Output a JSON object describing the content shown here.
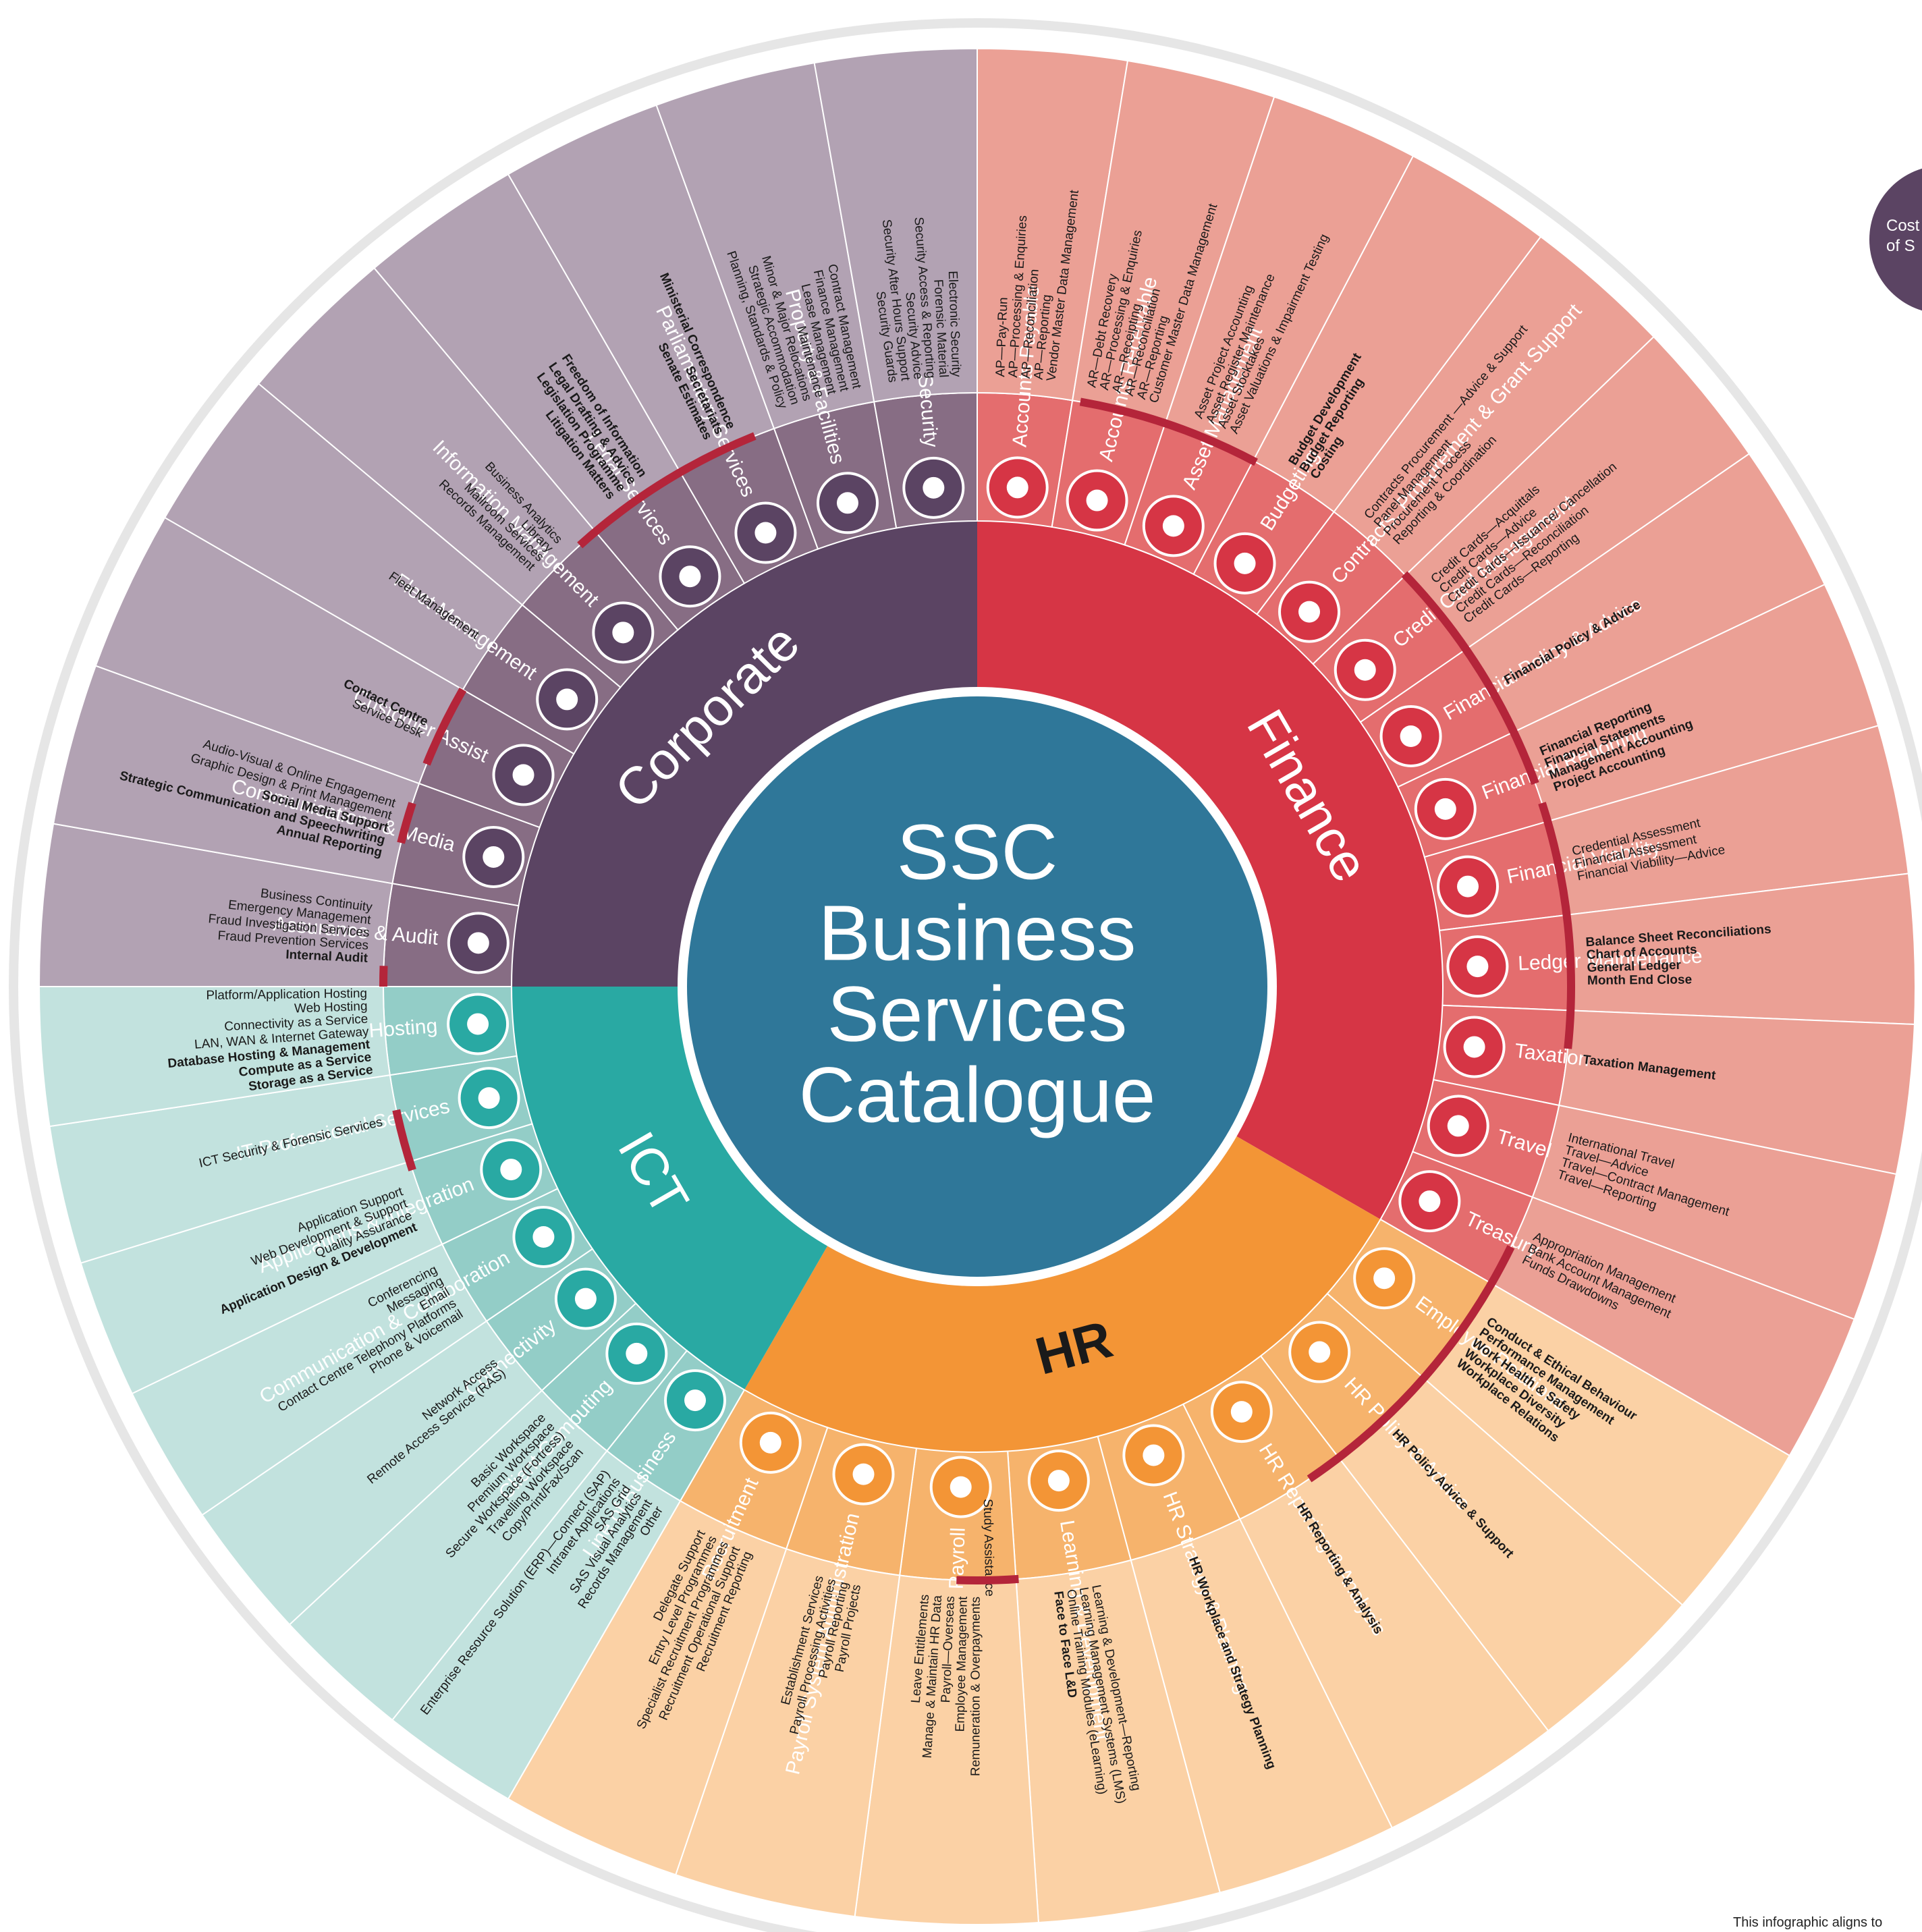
{
  "title": [
    "SSC",
    "Business",
    "Services",
    "Catalogue"
  ],
  "footnote": "This infographic aligns to",
  "side_badge": [
    "Cost",
    "of S"
  ],
  "colors": {
    "center": "#2f7799",
    "outer_ring": "#e6e6e6",
    "accent_bar": "#b4253a",
    "corporate": {
      "inner": "#5b4463",
      "mid": "#876d84",
      "outer": "#b2a2b3"
    },
    "finance": {
      "inner": "#d63545",
      "mid": "#e46d6e",
      "outer": "#eba095"
    },
    "hr": {
      "inner": "#f39536",
      "mid": "#f6b36c",
      "outer": "#fbd1a5"
    },
    "ict": {
      "inner": "#29a9a3",
      "mid": "#93cdc7",
      "outer": "#c2e2de"
    }
  },
  "domains": [
    {
      "name": "Corporate",
      "key": "corporate",
      "services": [
        {
          "label": "Assurance & Audit",
          "icon": "thumbs-up-icon",
          "items": [
            {
              "t": "Business Continuity",
              "b": false
            },
            {
              "t": "Emergency Management",
              "b": false
            },
            {
              "t": "Fraud Investigation Services",
              "b": false
            },
            {
              "t": "Fraud Prevention Services",
              "b": false
            },
            {
              "t": "Internal Audit",
              "b": true
            }
          ]
        },
        {
          "label": "Communications & Media",
          "icon": "film-icon",
          "items": [
            {
              "t": "Audio-Visual & Online Engagement",
              "b": false
            },
            {
              "t": "Graphic Design & Print Management",
              "b": false
            },
            {
              "t": "Social Media Support",
              "b": true
            },
            {
              "t": "Strategic Communication and Speechwriting",
              "b": true
            },
            {
              "t": "Annual Reporting",
              "b": true
            }
          ]
        },
        {
          "label": "Customer Assist",
          "icon": "phone-icon",
          "items": [
            {
              "t": "Contact Centre",
              "b": true
            },
            {
              "t": "Service Desk",
              "b": false
            }
          ]
        },
        {
          "label": "Fleet Management",
          "icon": "car-icon",
          "items": [
            {
              "t": "Fleet Management",
              "b": false
            }
          ]
        },
        {
          "label": "Information Management",
          "icon": "info-icon",
          "items": [
            {
              "t": "Business Analytics",
              "b": false
            },
            {
              "t": "Library",
              "b": false
            },
            {
              "t": "Mailroom Services",
              "b": false
            },
            {
              "t": "Records Management",
              "b": false
            }
          ]
        },
        {
          "label": "Legal Services",
          "icon": "briefcase-icon",
          "items": [
            {
              "t": "Freedom of Information",
              "b": true
            },
            {
              "t": "Legal Drafting & Advice",
              "b": true
            },
            {
              "t": "Legislation Programme",
              "b": true
            },
            {
              "t": "Litigation Matters",
              "b": true
            }
          ]
        },
        {
          "label": "Parliamentary Services",
          "icon": "flag-icon",
          "items": [
            {
              "t": "Ministerial Correspondence",
              "b": true
            },
            {
              "t": "Secretariats",
              "b": true
            },
            {
              "t": "Senate Estimates",
              "b": true
            }
          ]
        },
        {
          "label": "Property & Facilities",
          "icon": "building-icon",
          "items": [
            {
              "t": "Contract Management",
              "b": false
            },
            {
              "t": "Finance Management",
              "b": false
            },
            {
              "t": "Lease Management",
              "b": false
            },
            {
              "t": "Maintenance",
              "b": false
            },
            {
              "t": "Minor & Major Relocations",
              "b": false
            },
            {
              "t": "Strategic Accommodation",
              "b": false
            },
            {
              "t": "Planning, Standards & Policy",
              "b": false
            }
          ]
        },
        {
          "label": "Security",
          "icon": "lock-icon",
          "items": [
            {
              "t": "Electronic Security",
              "b": false
            },
            {
              "t": "Forensic Material",
              "b": false
            },
            {
              "t": "Security Access & Reporting",
              "b": false
            },
            {
              "t": "Security Advice",
              "b": false
            },
            {
              "t": "Security After Hours Support",
              "b": false
            },
            {
              "t": "Security Guards",
              "b": false
            }
          ]
        }
      ]
    },
    {
      "name": "Finance",
      "key": "finance",
      "services": [
        {
          "label": "Accounts Payable",
          "icon": "dollar-icon",
          "items": [
            {
              "t": "AP—Pay-Run",
              "b": false
            },
            {
              "t": "AP—Processing & Enquiries",
              "b": false
            },
            {
              "t": "AP—Reconciliation",
              "b": false
            },
            {
              "t": "AP—Reporting",
              "b": false
            },
            {
              "t": "Vendor Master Data Management",
              "b": false
            }
          ]
        },
        {
          "label": "Accounts Receivable",
          "icon": "envelope-dollar-icon",
          "items": [
            {
              "t": "AR—Debt Recovery",
              "b": false
            },
            {
              "t": "AR—Processing & Enquiries",
              "b": false
            },
            {
              "t": "AR—Receipting",
              "b": false
            },
            {
              "t": "AR—Reconciliation",
              "b": false
            },
            {
              "t": "AR—Reporting",
              "b": false
            },
            {
              "t": "Customer Master Data Management",
              "b": false
            }
          ]
        },
        {
          "label": "Asset Management",
          "icon": "gold-bars-icon",
          "items": [
            {
              "t": "Asset Project Accounting",
              "b": false
            },
            {
              "t": "Asset Register Maintenance",
              "b": false
            },
            {
              "t": "Asset Stocktakes",
              "b": false
            },
            {
              "t": "Asset Valuations & Impairment Testing",
              "b": false
            }
          ]
        },
        {
          "label": "Budgeting",
          "icon": "calculator-icon",
          "items": [
            {
              "t": "Budget Development",
              "b": true
            },
            {
              "t": "Budget Reporting",
              "b": true
            },
            {
              "t": "Costing",
              "b": true
            }
          ]
        },
        {
          "label": "Contracts, Procurement & Grant Support",
          "icon": "contract-icon",
          "items": [
            {
              "t": "Contracts Procurement —Advice & Support",
              "b": false
            },
            {
              "t": "Panel Management",
              "b": false
            },
            {
              "t": "Procurement Process",
              "b": false
            },
            {
              "t": "Reporting & Coordination",
              "b": false
            }
          ]
        },
        {
          "label": "Credit Card Management",
          "icon": "wallet-icon",
          "items": [
            {
              "t": "Credit Cards—Acquittals",
              "b": false
            },
            {
              "t": "Credit Cards—Advice",
              "b": false
            },
            {
              "t": "Credit Cards—Issuance/ Cancellation",
              "b": false
            },
            {
              "t": "Credit Cards—Reconciliation",
              "b": false
            },
            {
              "t": "Credit Cards—Reporting",
              "b": false
            }
          ]
        },
        {
          "label": "Financial Policy & Advice",
          "icon": "speech-dollar-icon",
          "items": [
            {
              "t": "Financial Policy & Advice",
              "b": true
            }
          ]
        },
        {
          "label": "Financial Reporting",
          "icon": "report-icon",
          "items": [
            {
              "t": "Financial Reporting",
              "b": true
            },
            {
              "t": "Financial Statements",
              "b": true
            },
            {
              "t": "Management Accounting",
              "b": true
            },
            {
              "t": "Project Accounting",
              "b": true
            }
          ]
        },
        {
          "label": "Financial Viability",
          "icon": "growth-chart-icon",
          "items": [
            {
              "t": "Credential Assessment",
              "b": false
            },
            {
              "t": "Financial Assessment",
              "b": false
            },
            {
              "t": "Financial Viability—Advice",
              "b": false
            }
          ]
        },
        {
          "label": "Ledger Maintenance",
          "icon": "ledger-icon",
          "items": [
            {
              "t": "Balance Sheet Reconciliations",
              "b": true
            },
            {
              "t": "Chart of Accounts",
              "b": true
            },
            {
              "t": "General Ledger",
              "b": true
            },
            {
              "t": "Month End Close",
              "b": true
            }
          ]
        },
        {
          "label": "Taxation",
          "icon": "calendar-icon",
          "items": [
            {
              "t": "Taxation Management",
              "b": true
            }
          ]
        },
        {
          "label": "Travel",
          "icon": "plane-icon",
          "items": [
            {
              "t": "International Travel",
              "b": false
            },
            {
              "t": "Travel—Advice",
              "b": false
            },
            {
              "t": "Travel—Contract Management",
              "b": false
            },
            {
              "t": "Travel—Reporting",
              "b": false
            }
          ]
        },
        {
          "label": "Treasury",
          "icon": "bank-icon",
          "items": [
            {
              "t": "Appropriation Management",
              "b": false
            },
            {
              "t": "Bank Account Management",
              "b": false
            },
            {
              "t": "Funds Drawdowns",
              "b": false
            }
          ]
        }
      ]
    },
    {
      "name": "HR",
      "key": "hr",
      "services": [
        {
          "label": "Employee Relations",
          "icon": "people-cycle-icon",
          "items": [
            {
              "t": "Conduct & Ethical Behaviour",
              "b": true
            },
            {
              "t": "Performance Management",
              "b": true
            },
            {
              "t": "Work Health & Safety",
              "b": true
            },
            {
              "t": "Workplace Diversity",
              "b": true
            },
            {
              "t": "Workplace Relations",
              "b": true
            }
          ]
        },
        {
          "label": "HR Policy & Advice",
          "icon": "hr-bubble-icon",
          "items": [
            {
              "t": "HR Policy Advice & Support",
              "b": true
            }
          ]
        },
        {
          "label": "HR Reporting & Analysis",
          "icon": "magnifier-person-icon",
          "items": [
            {
              "t": "HR Reporting & Analysis",
              "b": true
            }
          ]
        },
        {
          "label": "HR Strategy & Planning",
          "icon": "bar-chart-icon",
          "items": [
            {
              "t": "HR Workplace and Strategy Planning",
              "b": true
            }
          ]
        },
        {
          "label": "Learning & Development",
          "icon": "reader-icon",
          "items": [
            {
              "t": "Learning & Development—Reporting",
              "b": false
            },
            {
              "t": "Learning Management Systems (LMS)",
              "b": false
            },
            {
              "t": "Online Training Modules (eLearning)",
              "b": false
            },
            {
              "t": "Face to Face L&D",
              "b": true
            }
          ]
        },
        {
          "label": "Payroll",
          "icon": "payroll-icon",
          "items": [
            {
              "t": "Leave Entitlements",
              "b": false
            },
            {
              "t": "Manage & Maintain HR Data",
              "b": false
            },
            {
              "t": "Payroll—Overseas",
              "b": false
            },
            {
              "t": "Employee Management",
              "b": false
            },
            {
              "t": "Remuneration & Overpayments",
              "b": false
            },
            {
              "t": "Study Assistance",
              "b": false
            }
          ]
        },
        {
          "label": "Payroll System Administration",
          "icon": "pencil-icon",
          "items": [
            {
              "t": "Establishment Services",
              "b": false
            },
            {
              "t": "Payroll Processing Activities",
              "b": false
            },
            {
              "t": "Payroll Reporting",
              "b": false
            },
            {
              "t": "Payroll Projects",
              "b": false
            }
          ]
        },
        {
          "label": "Recruitment",
          "icon": "recruit-icon",
          "items": [
            {
              "t": "Delegate Support",
              "b": false
            },
            {
              "t": "Entry Level Programmes",
              "b": false
            },
            {
              "t": "Specialist Recruitment Programmes",
              "b": false
            },
            {
              "t": "Recruitment Operational Support",
              "b": false
            },
            {
              "t": "Recruitment Reporting",
              "b": false
            }
          ]
        }
      ]
    },
    {
      "name": "ICT",
      "key": "ict",
      "services": [
        {
          "label": "Line of Business",
          "icon": "org-chart-icon",
          "items": [
            {
              "t": "Enterprise Resource Solution (ERP)—Connect (SAP)",
              "b": false
            },
            {
              "t": "Intranet Applications",
              "b": false
            },
            {
              "t": "SAS Grid",
              "b": false
            },
            {
              "t": "SAS Visual Analytics",
              "b": false
            },
            {
              "t": "Records Management",
              "b": false
            },
            {
              "t": "Other",
              "b": false
            }
          ]
        },
        {
          "label": "Client Computing",
          "icon": "laptop-icon",
          "items": [
            {
              "t": "Basic Workspace",
              "b": false
            },
            {
              "t": "Premium Workspace",
              "b": false
            },
            {
              "t": "Secure Workspace (Fortress)",
              "b": false
            },
            {
              "t": "Travelling Workspace",
              "b": false
            },
            {
              "t": "Copy/Print/Fax/Scan",
              "b": false
            }
          ]
        },
        {
          "label": "Connectivity",
          "icon": "refresh-icon",
          "items": [
            {
              "t": "Network Access",
              "b": false
            },
            {
              "t": "Remote Access Service (RAS)",
              "b": false
            }
          ]
        },
        {
          "label": "Communication & Collaboration",
          "icon": "handshake-icon",
          "items": [
            {
              "t": "Conferencing",
              "b": false
            },
            {
              "t": "Messaging",
              "b": false
            },
            {
              "t": "Email",
              "b": false
            },
            {
              "t": "Contact Centre Telephony Platforms",
              "b": false
            },
            {
              "t": "Phone & Voicemail",
              "b": false
            }
          ]
        },
        {
          "label": "Applications & Integration",
          "icon": "tablet-icon",
          "items": [
            {
              "t": "Application Support",
              "b": false
            },
            {
              "t": "Web Development & Support",
              "b": false
            },
            {
              "t": "Quality Assurance",
              "b": false
            },
            {
              "t": "Application Design & Development",
              "b": true
            }
          ]
        },
        {
          "label": "IT Professional Services",
          "icon": "shield-gear-icon",
          "items": [
            {
              "t": "ICT Security & Forensic Services",
              "b": false
            }
          ]
        },
        {
          "label": "Hosting",
          "icon": "home-icon",
          "items": [
            {
              "t": "Platform/Application Hosting",
              "b": false
            },
            {
              "t": "Web Hosting",
              "b": false
            },
            {
              "t": "Connectivity as a Service",
              "b": false
            },
            {
              "t": "LAN, WAN & Internet Gateway",
              "b": false
            },
            {
              "t": "Database Hosting & Management",
              "b": true
            },
            {
              "t": "Compute as a Service",
              "b": true
            },
            {
              "t": "Storage as a Service",
              "b": true
            }
          ]
        }
      ]
    }
  ]
}
